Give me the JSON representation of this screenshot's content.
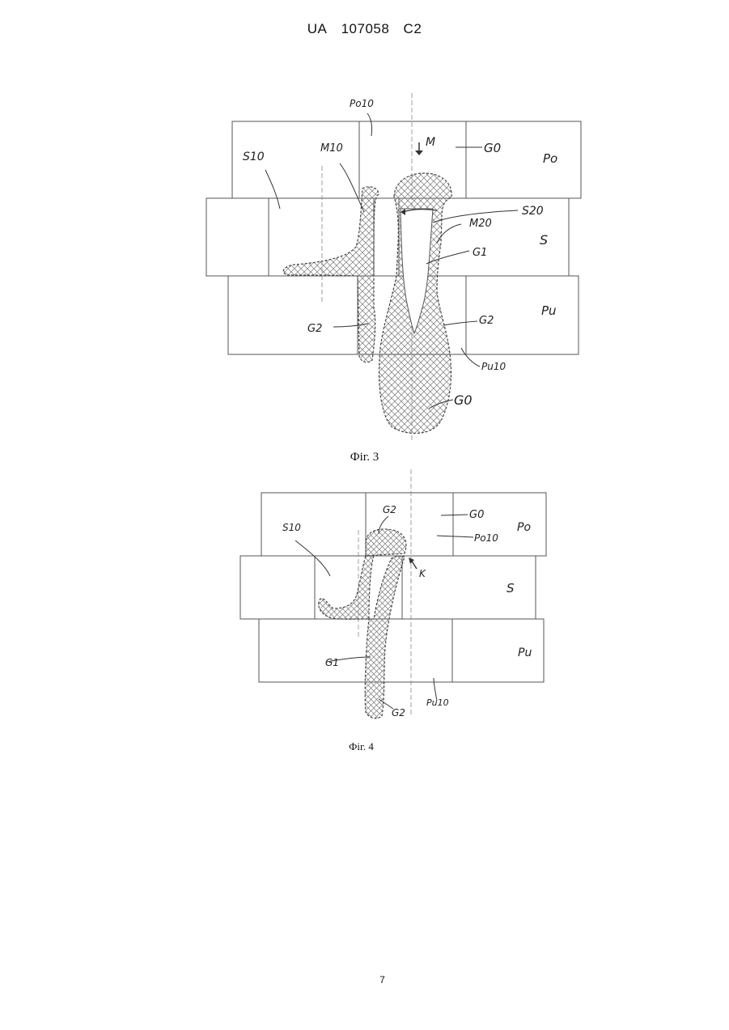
{
  "header": {
    "country": "UA",
    "number": "107058",
    "kind": "C2"
  },
  "figure3": {
    "caption": "Фіг. 3",
    "labels": {
      "po10": "Po10",
      "m": "M",
      "g0_top": "G0",
      "po": "Po",
      "s10": "S10",
      "m10": "M10",
      "s20": "S20",
      "m20": "M20",
      "s": "S",
      "g1": "G1",
      "g2_left": "G2",
      "g2_right": "G2",
      "pu": "Pu",
      "pu10": "Pu10",
      "g0_bottom": "G0"
    }
  },
  "figure4": {
    "caption": "Фіг. 4",
    "labels": {
      "g2_top": "G2",
      "g0": "G0",
      "po": "Po",
      "s10": "S10",
      "po10": "Po10",
      "k": "K",
      "s": "S",
      "pu": "Pu",
      "g1": "G1",
      "pu10": "Pu10",
      "g2_bottom": "G2"
    }
  },
  "page_number": "7"
}
